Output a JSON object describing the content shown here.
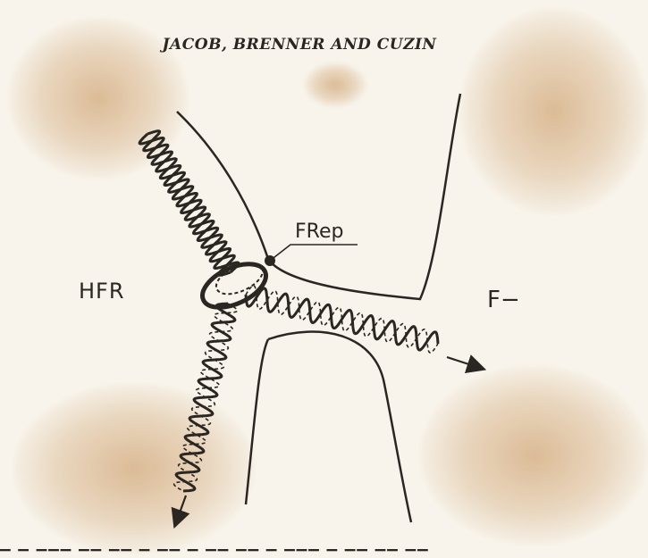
{
  "header": {
    "title": "JACOB, BRENNER AND CUZIN"
  },
  "labels": {
    "donor": "HFR",
    "recipient": "F−",
    "replicon": "FRep"
  },
  "colors": {
    "ink": "#2a2622",
    "paper": "#f8f4eb",
    "stain": "#c48c50"
  }
}
